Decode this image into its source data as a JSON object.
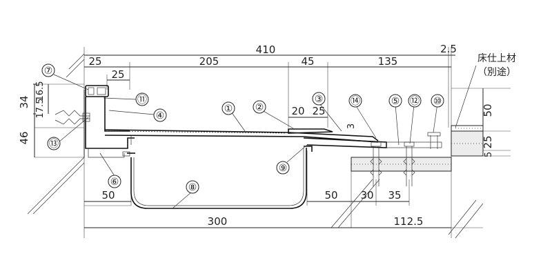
{
  "dimensions": {
    "overall": "410",
    "gap": "2.5",
    "left25": "25",
    "d205": "205",
    "d45": "45",
    "d135": "135",
    "inner25": "25",
    "d20": "20",
    "d25b": "25",
    "d3": "3",
    "v34": "34",
    "v17_5": "17.5",
    "v16_5": "16.5",
    "v46": "46",
    "v50": "50",
    "v25": "25",
    "v5": "5",
    "b50a": "50",
    "b300": "300",
    "b50b": "50",
    "b30": "30",
    "b35": "35",
    "b112_5": "112.5"
  },
  "note": {
    "line1": "床仕上材",
    "line2": "（別途）"
  },
  "callouts": [
    {
      "id": "c1",
      "text": "①"
    },
    {
      "id": "c2",
      "text": "②"
    },
    {
      "id": "c3",
      "text": "③"
    },
    {
      "id": "c4",
      "text": "④"
    },
    {
      "id": "c5",
      "text": "⑤"
    },
    {
      "id": "c6",
      "text": "⑥"
    },
    {
      "id": "c7",
      "text": "⑦"
    },
    {
      "id": "c8",
      "text": "⑧"
    },
    {
      "id": "c9",
      "text": "⑨"
    },
    {
      "id": "c10",
      "text": "⑩"
    },
    {
      "id": "c11",
      "text": "⑪"
    },
    {
      "id": "c12",
      "text": "⑫"
    },
    {
      "id": "c13",
      "text": "⑬"
    },
    {
      "id": "c14",
      "text": "⑭"
    }
  ],
  "palette": {
    "line": "#222222",
    "concrete": "#e9e9e9"
  }
}
